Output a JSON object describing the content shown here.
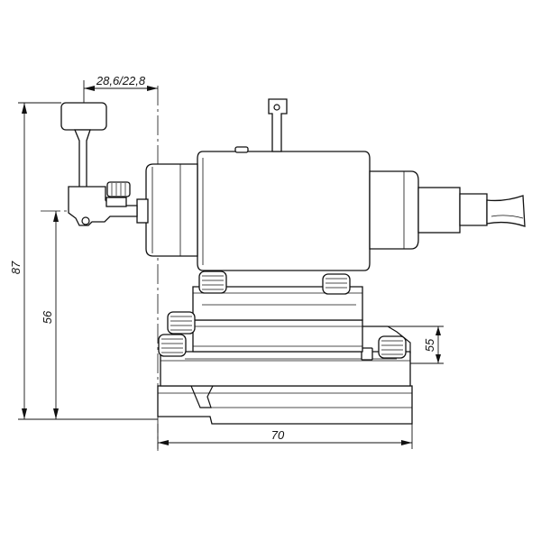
{
  "dimensions": {
    "overall_height": "87",
    "center_height": "56",
    "offset": "28,6/22,8",
    "side_height": "55",
    "base_width": "70"
  }
}
